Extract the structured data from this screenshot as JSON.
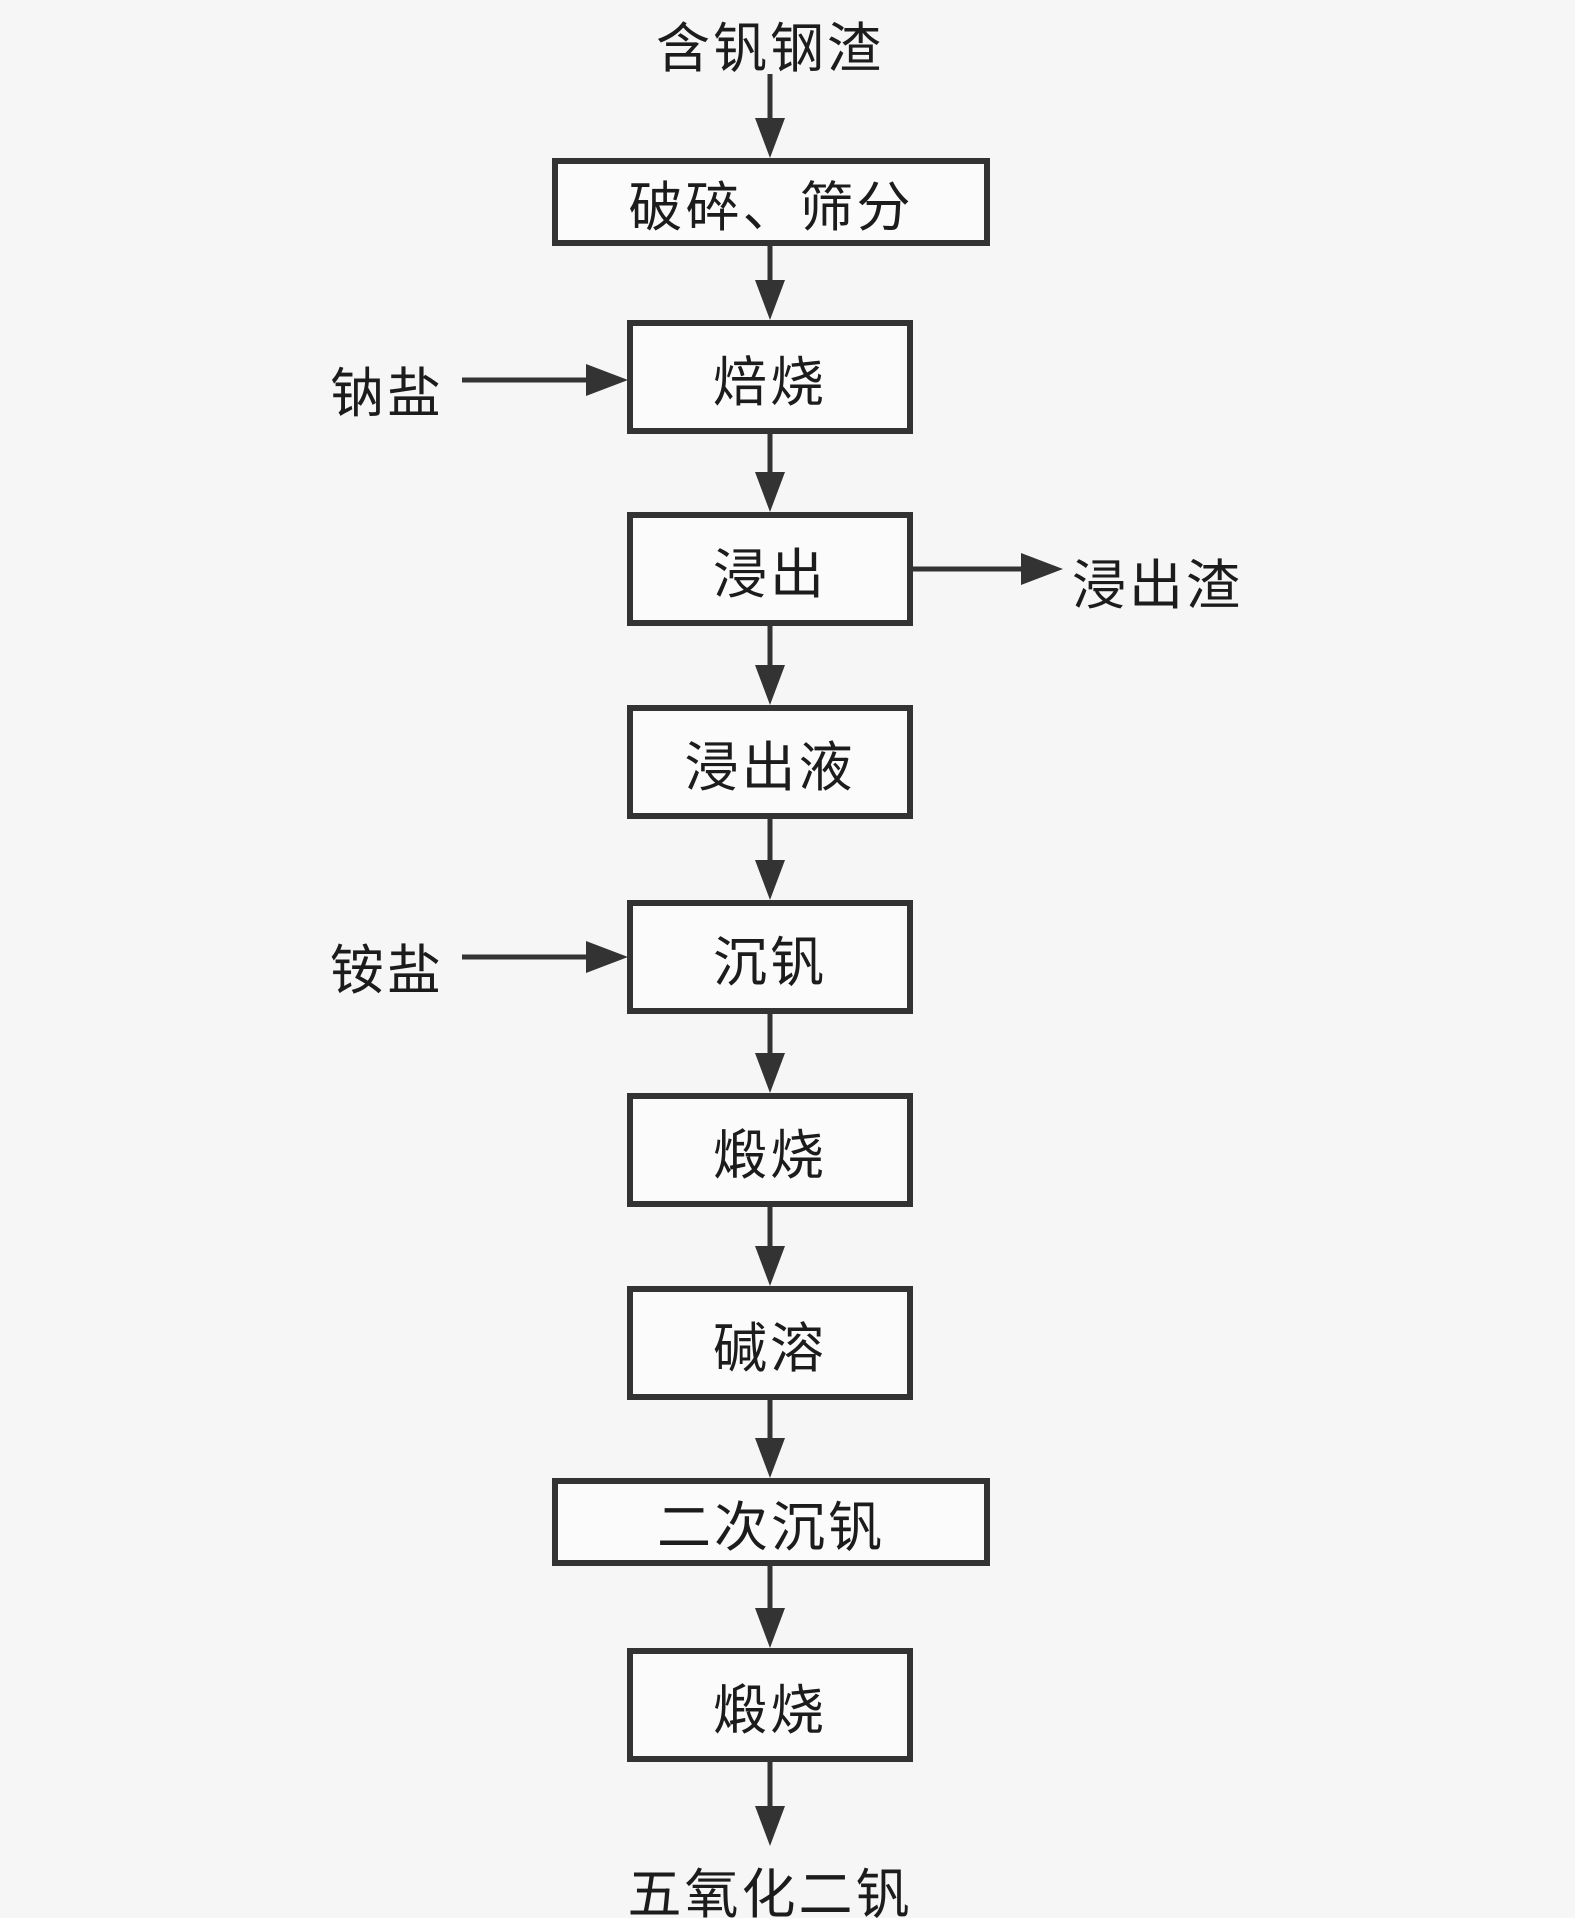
{
  "diagram": {
    "source_label": "含钒钢渣",
    "boxes": [
      {
        "id": "crushing-screening",
        "label": "破碎、筛分"
      },
      {
        "id": "roasting",
        "label": "焙烧"
      },
      {
        "id": "leaching",
        "label": "浸出"
      },
      {
        "id": "leachate",
        "label": "浸出液"
      },
      {
        "id": "vanadium-precipitation",
        "label": "沉钒"
      },
      {
        "id": "calcination-1",
        "label": "煅烧"
      },
      {
        "id": "alkali-dissolution",
        "label": "碱溶"
      },
      {
        "id": "secondary-vanadium-precipitation",
        "label": "二次沉钒"
      },
      {
        "id": "calcination-2",
        "label": "煅烧"
      }
    ],
    "inputs": [
      {
        "label": "钠盐",
        "target": "焙烧"
      },
      {
        "label": "铵盐",
        "target": "沉钒"
      }
    ],
    "byproduct_label": "浸出渣",
    "product_label": "五氧化二钒",
    "colors": {
      "line": "#333333",
      "box_fill": "#fbfbfb",
      "background": "#f6f6f6",
      "text": "#1c1c1c"
    }
  }
}
